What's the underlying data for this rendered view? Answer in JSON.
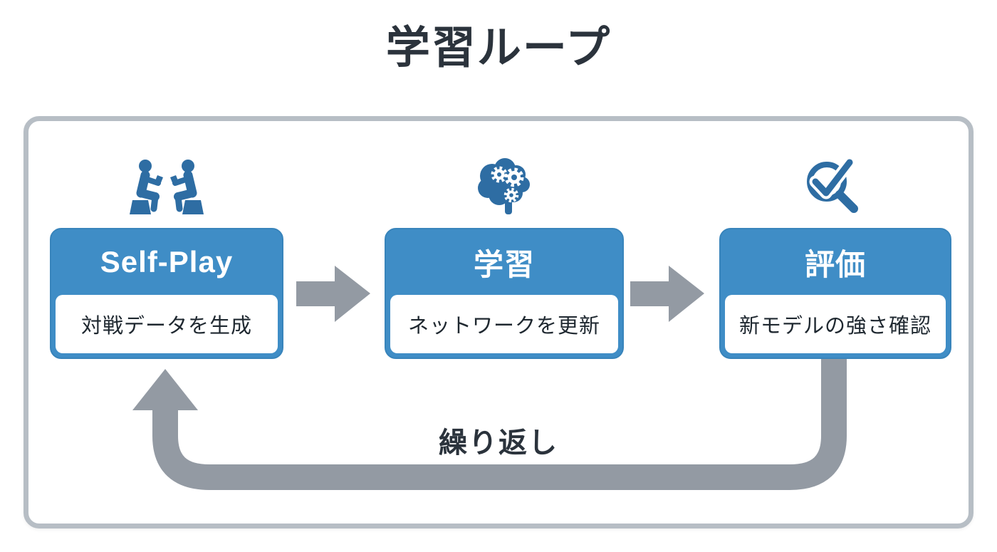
{
  "title": "学習ループ",
  "loop_label": "繰り返し",
  "steps": [
    {
      "label": "Self-Play",
      "description": "対戦データを生成",
      "icon": "players-icon"
    },
    {
      "label": "学習",
      "description": "ネットワークを更新",
      "icon": "brain-gears-icon"
    },
    {
      "label": "評価",
      "description": "新モデルの強さ確認",
      "icon": "magnifier-check-icon"
    }
  ],
  "colors": {
    "accent_blue": "#3f8dc6",
    "icon_blue": "#2e6da3",
    "box_border_blue": "#3884bb",
    "arrow_gray": "#939aa3",
    "frame_gray": "#b7bec5",
    "title_text": "#2b333c",
    "body_text": "#1f2830"
  }
}
